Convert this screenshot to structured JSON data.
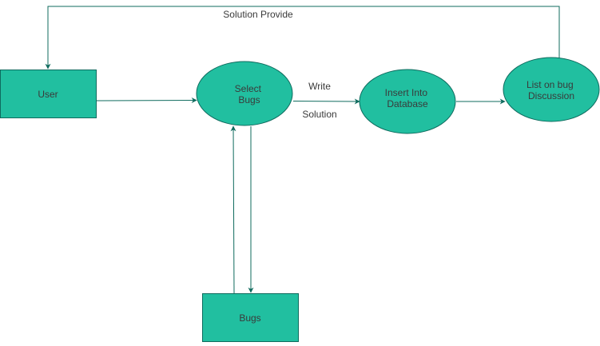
{
  "colors": {
    "node_fill": "#21BFA0",
    "node_stroke": "#0F6B5E",
    "edge": "#0F6B5E",
    "node_text": "#3A3A3A",
    "edge_text": "#3A3A3A"
  },
  "nodes": {
    "user": {
      "shape": "rectangle",
      "label": "User"
    },
    "select_bugs": {
      "shape": "ellipse",
      "label_lines": [
        "Select",
        "Bugs"
      ]
    },
    "insert_db": {
      "shape": "ellipse",
      "label_lines": [
        "Insert Into",
        "Database"
      ]
    },
    "list_bug": {
      "shape": "ellipse",
      "label_lines": [
        "List on bug",
        "Discussion"
      ]
    },
    "bugs": {
      "shape": "rectangle",
      "label": "Bugs"
    }
  },
  "edges": {
    "solution_provide": "Solution Provide",
    "write": "Write",
    "solution": "Solution"
  }
}
